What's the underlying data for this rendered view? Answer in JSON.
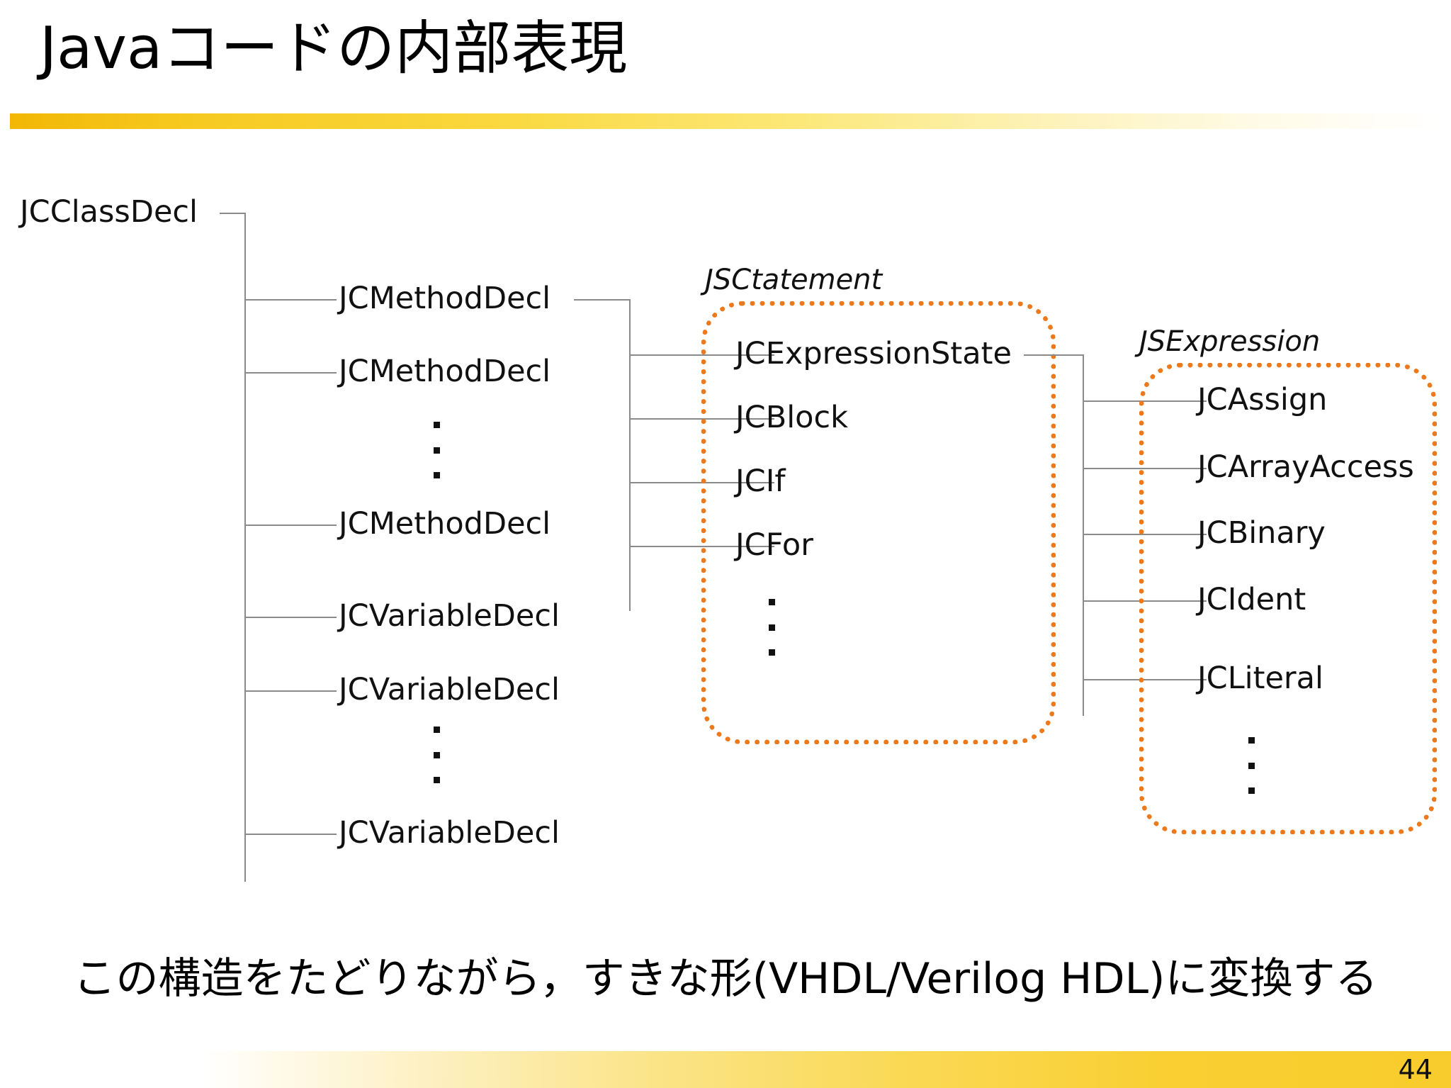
{
  "slide": {
    "title": "Javaコードの内部表現",
    "page_number": "44",
    "caption": "この構造をたどりながら，すきな形(VHDL/Verilog HDL)に変換する",
    "accent_color": "#f8cc2b",
    "group_border_color": "#ec7a1c",
    "connector_color": "#8a8a8a"
  },
  "diagram": {
    "root": {
      "label": "JCClassDecl"
    },
    "class_members": [
      {
        "label": "JCMethodDecl"
      },
      {
        "label": "JCMethodDecl"
      },
      {
        "label": "JCMethodDecl"
      },
      {
        "label": "JCVariableDecl"
      },
      {
        "label": "JCVariableDecl"
      },
      {
        "label": "JCVariableDecl"
      }
    ],
    "statement_group": {
      "label": "JSCtatement",
      "items": [
        {
          "label": "JCExpressionState"
        },
        {
          "label": "JCBlock"
        },
        {
          "label": "JCIf"
        },
        {
          "label": "JCFor"
        }
      ]
    },
    "expression_group": {
      "label": "JSExpression",
      "items": [
        {
          "label": "JCAssign"
        },
        {
          "label": "JCArrayAccess"
        },
        {
          "label": "JCBinary"
        },
        {
          "label": "JCIdent"
        },
        {
          "label": "JCLiteral"
        }
      ]
    }
  }
}
